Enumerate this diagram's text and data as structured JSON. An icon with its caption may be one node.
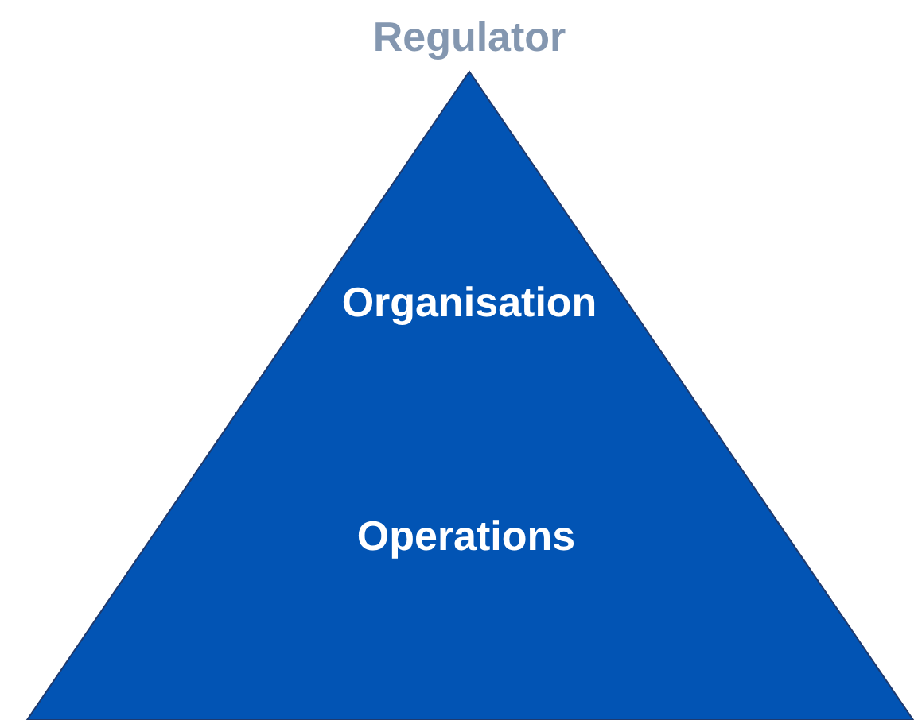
{
  "diagram": {
    "nodes": [
      {
        "text": [
          "Regulator",
          "Organisation",
          "Operations"
        ]
      }
    ]
  }
}
